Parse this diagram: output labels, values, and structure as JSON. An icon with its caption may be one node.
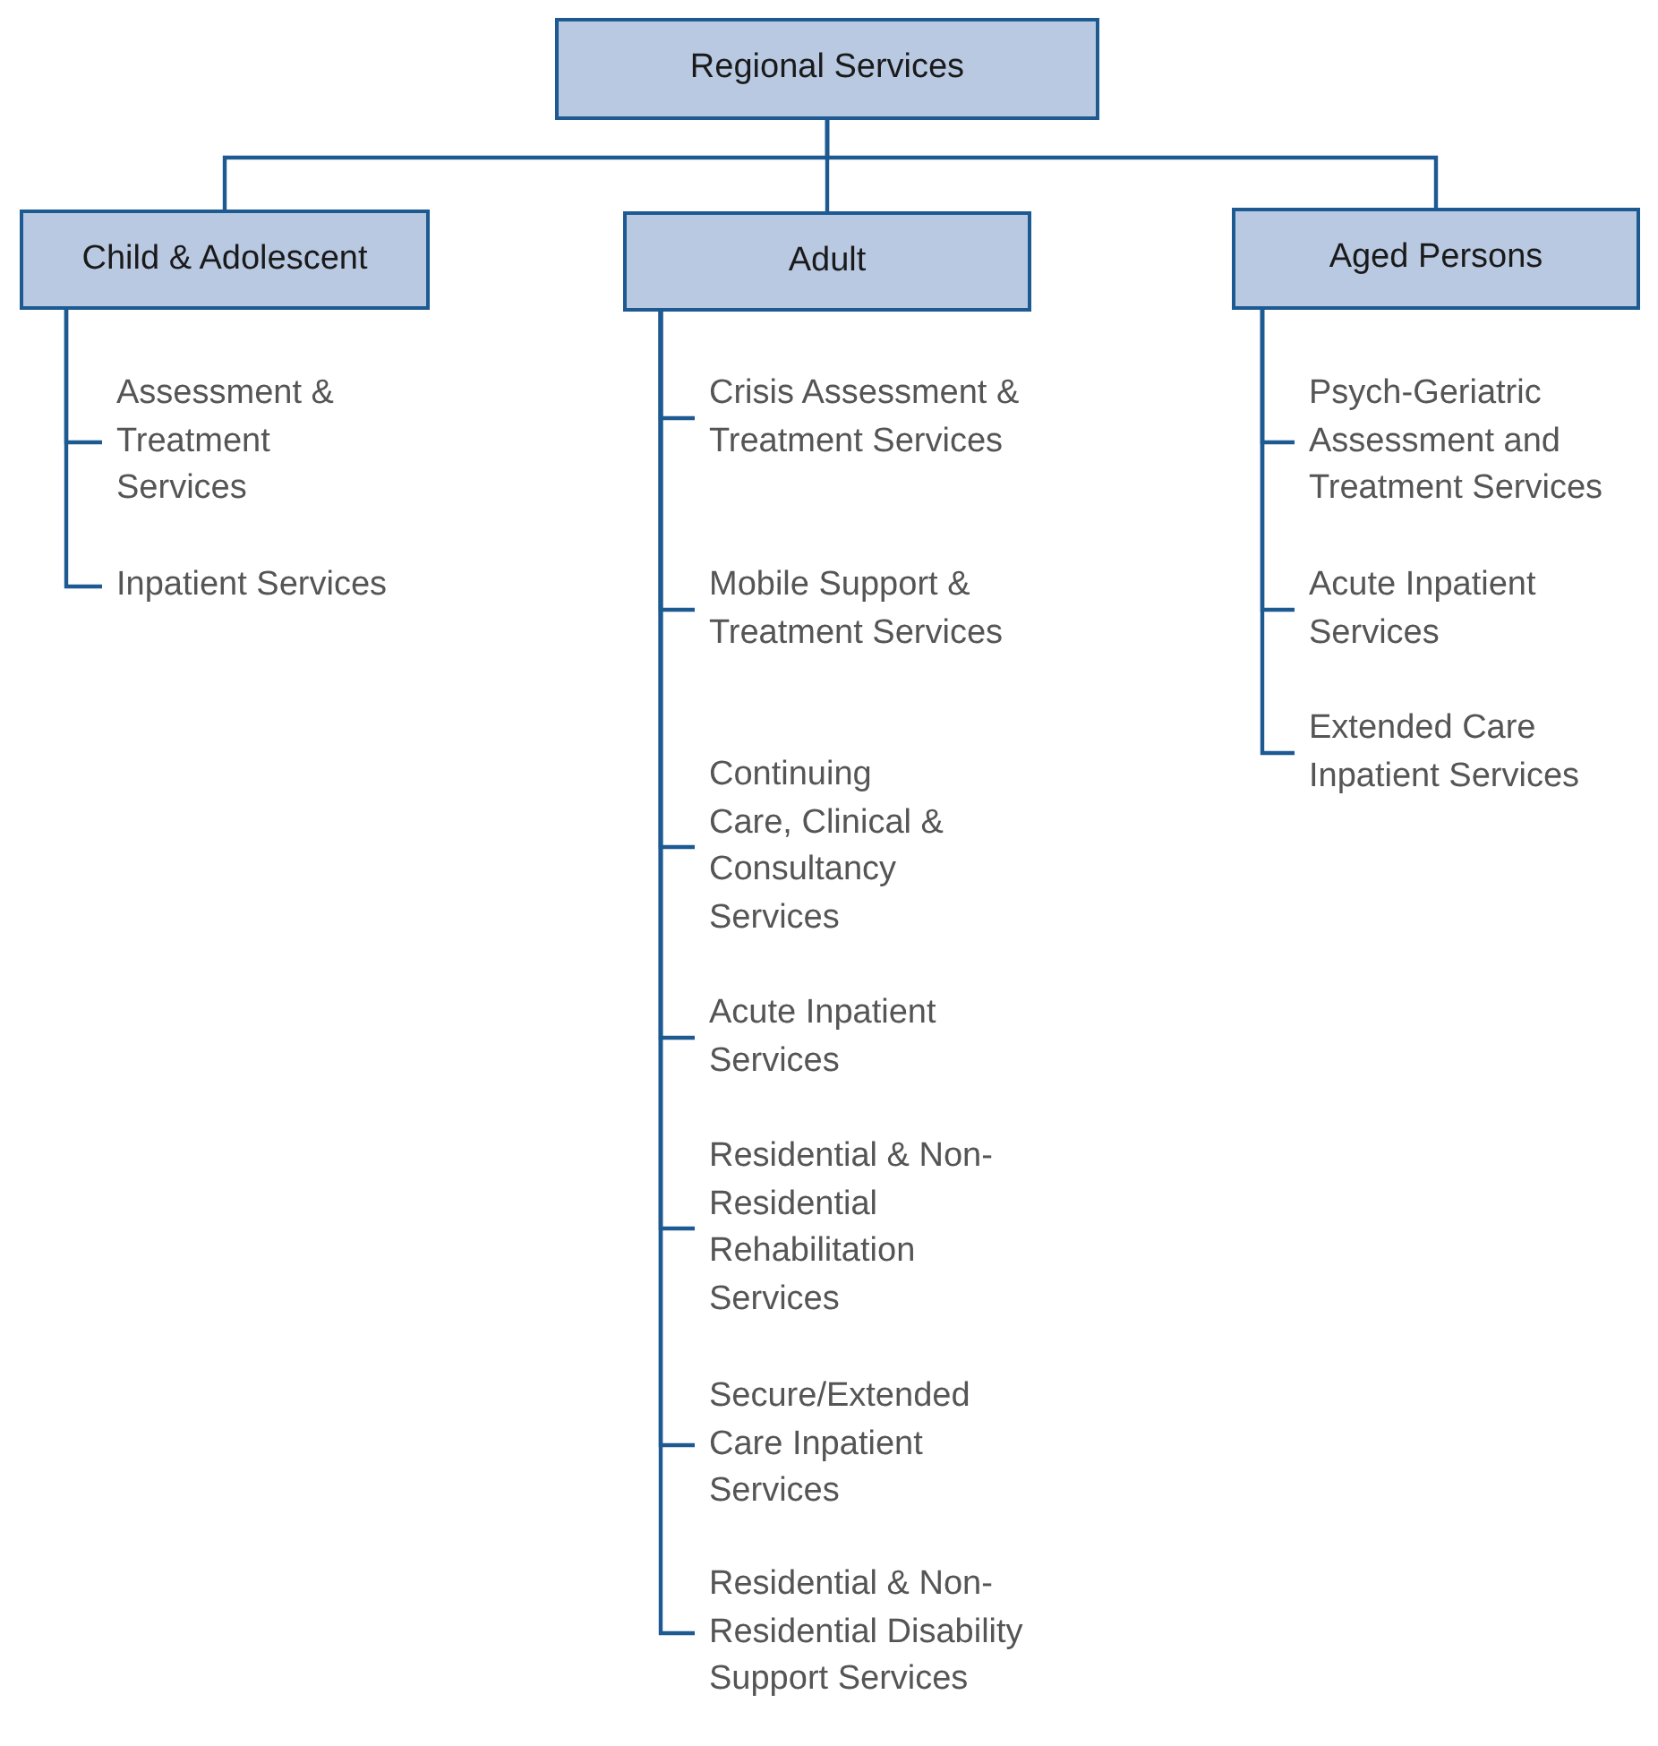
{
  "diagram": {
    "nodes": [
      {
        "text": [
          "Regional Services"
        ]
      },
      {
        "text": [
          "Child & Adolescent"
        ]
      },
      {
        "text": [
          "Adult"
        ]
      },
      {
        "text": [
          "Aged Persons"
        ]
      },
      {
        "text": [
          "Assessment & Treatment Services"
        ]
      },
      {
        "text": [
          "Inpatient Services"
        ]
      },
      {
        "text": [
          "Crisis Assessment & Treatment Services"
        ]
      },
      {
        "text": [
          "Mobile Support & Treatment Services"
        ]
      },
      {
        "text": [
          "Continuing Care, Clinical & Consultancy Services"
        ]
      },
      {
        "text": [
          "Acute Inpatient Services"
        ]
      },
      {
        "text": [
          "Residential & Non-Residential Rehabilitation Services"
        ]
      },
      {
        "text": [
          "Secure/Extended Care Inpatient Services"
        ]
      },
      {
        "text": [
          "Residential & Non-Residential Disability Support Services"
        ]
      },
      {
        "text": [
          "Psych-Geriatric Assessment and Treatment Services"
        ]
      },
      {
        "text": [
          "Acute Inpatient Services"
        ]
      },
      {
        "text": [
          "Extended Care Inpatient Services"
        ]
      }
    ],
    "edges": [
      {
        "from": 0,
        "to": 1,
        "arrow": "none"
      },
      {
        "from": 0,
        "to": 2,
        "arrow": "none"
      },
      {
        "from": 0,
        "to": 3,
        "arrow": "none"
      },
      {
        "from": 1,
        "to": 4,
        "arrow": "none"
      },
      {
        "from": 1,
        "to": 5,
        "arrow": "none"
      },
      {
        "from": 2,
        "to": 6,
        "arrow": "none"
      },
      {
        "from": 2,
        "to": 7,
        "arrow": "none"
      },
      {
        "from": 2,
        "to": 8,
        "arrow": "none"
      },
      {
        "from": 2,
        "to": 9,
        "arrow": "none"
      },
      {
        "from": 2,
        "to": 10,
        "arrow": "none"
      },
      {
        "from": 2,
        "to": 11,
        "arrow": "none"
      },
      {
        "from": 2,
        "to": 12,
        "arrow": "none"
      },
      {
        "from": 3,
        "to": 13,
        "arrow": "none"
      },
      {
        "from": 3,
        "to": 14,
        "arrow": "none"
      },
      {
        "from": 3,
        "to": 15,
        "arrow": "none"
      }
    ]
  }
}
